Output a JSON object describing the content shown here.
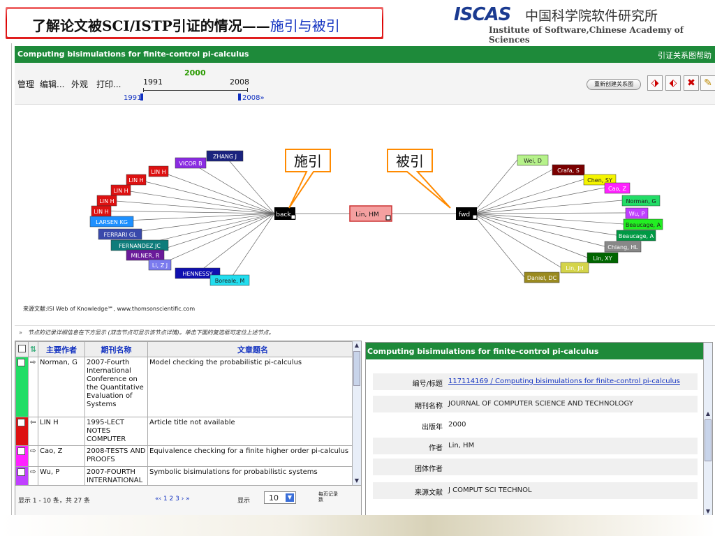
{
  "slide": {
    "title_main": "了解论文被SCI/ISTP引证的情况——",
    "title_blue": "施引与被引",
    "logo_text": "ISCAS",
    "org_cn": "中国科学院软件研究所",
    "org_en": "Institute of Software,Chinese Academy of Sciences"
  },
  "app": {
    "title": "Computing bisimulations for finite-control pi-calculus",
    "help_link": "引证关系图帮助"
  },
  "toolbar": {
    "menu": [
      "管理",
      "编辑...",
      "外观",
      "打印..."
    ],
    "rebuild_label": "重新创建关系图",
    "timeline": {
      "start": "1991",
      "end": "2008",
      "current": "2000",
      "range_start": "1991",
      "range_end": "2008»"
    }
  },
  "graph": {
    "center_label": "Lin, HM",
    "back_label": "back",
    "fwd_label": "fwd",
    "callout_citing": "施引",
    "callout_cited": "被引",
    "source_note": "来源文献:ISI Web of Knowledge℠,  www.thomsonscientific.com",
    "citing": [
      {
        "label": "ZHANG J",
        "color": "#1a237e",
        "fg": "#fff"
      },
      {
        "label": "VICOR B",
        "color": "#8a2be2",
        "fg": "#fff"
      },
      {
        "label": "LIN H",
        "color": "#dd1111",
        "fg": "#fff"
      },
      {
        "label": "LIN H",
        "color": "#dd1111",
        "fg": "#fff"
      },
      {
        "label": "LIN H",
        "color": "#dd1111",
        "fg": "#fff"
      },
      {
        "label": "LIN H",
        "color": "#dd1111",
        "fg": "#fff"
      },
      {
        "label": "LIN H",
        "color": "#dd1111",
        "fg": "#fff"
      },
      {
        "label": "LARSEN KG",
        "color": "#1e90ff",
        "fg": "#fff"
      },
      {
        "label": "FERRARI GL",
        "color": "#3949ab",
        "fg": "#fff"
      },
      {
        "label": "FERNANDEZ JC",
        "color": "#0e7c7b",
        "fg": "#fff"
      },
      {
        "label": "MILNER, R",
        "color": "#6a1b9a",
        "fg": "#fff"
      },
      {
        "label": "Li, Z J",
        "color": "#7b7bef",
        "fg": "#fff"
      },
      {
        "label": "HENNESSY",
        "color": "#1010b0",
        "fg": "#fff"
      },
      {
        "label": "Boreale, M",
        "color": "#22ddee",
        "fg": "#222"
      }
    ],
    "cited": [
      {
        "label": "Wei, D",
        "color": "#b6f28a",
        "fg": "#222"
      },
      {
        "label": "Crafa, S",
        "color": "#7a0000",
        "fg": "#fff"
      },
      {
        "label": "Chen, SY",
        "color": "#f4f400",
        "fg": "#222"
      },
      {
        "label": "Cao, Z",
        "color": "#ff22ff",
        "fg": "#fff"
      },
      {
        "label": "Norman, G",
        "color": "#22dd66",
        "fg": "#222"
      },
      {
        "label": "Wu, P",
        "color": "#c040ff",
        "fg": "#fff"
      },
      {
        "label": "Beaucage, A",
        "color": "#22ee22",
        "fg": "#222"
      },
      {
        "label": "Beaucage, A",
        "color": "#009944",
        "fg": "#fff"
      },
      {
        "label": "Chiang, HL",
        "color": "#888888",
        "fg": "#fff"
      },
      {
        "label": "Lin, XY",
        "color": "#006600",
        "fg": "#fff"
      },
      {
        "label": "Lin, JH",
        "color": "#d4d44a",
        "fg": "#fff"
      },
      {
        "label": "Daniel, DC",
        "color": "#9a8a20",
        "fg": "#fff"
      }
    ]
  },
  "hint": {
    "text": "节点的记录详细信息在下方显示 (双击节点可显示该节点详情)。单击下面的复选框可定位上述节点。"
  },
  "results": {
    "headers": [
      "主要作者",
      "期刊名称",
      "文章题名"
    ],
    "rows": [
      {
        "color": "#22dd66",
        "arrow": "⇨",
        "author": "Norman, G",
        "journal": "2007-Fourth International Conference on the Quantitative Evaluation of Systems",
        "title": "Model checking the probabilistic pi-calculus"
      },
      {
        "color": "#dd1111",
        "arrow": "⇦",
        "author": "LIN H",
        "journal": "1995-LECT NOTES COMPUTER",
        "title": "Article title not available"
      },
      {
        "color": "#ff22ff",
        "arrow": "⇨",
        "author": "Cao, Z",
        "journal": "2008-TESTS AND PROOFS",
        "title": "Equivalence checking for a finite higher order pi-calculus"
      },
      {
        "color": "#c040ff",
        "arrow": "⇨",
        "author": "Wu, P",
        "journal": "2007-FOURTH INTERNATIONAL",
        "title": "Symbolic bisimulations for probabilistic systems"
      }
    ],
    "pager_text": "显示 1 - 10 条，共 27 条",
    "pages": "«‹ 1 2 3 › »",
    "show_label": "显示",
    "per_page": "10",
    "per_page_suffix": "每页记录数"
  },
  "details": {
    "title": "Computing bisimulations for finite-control pi-calculus",
    "fields": [
      {
        "key": "编号/标题",
        "value": "117114169 / Computing bisimulations for finite-control pi-calculus",
        "link": true
      },
      {
        "key": "期刊名称",
        "value": "JOURNAL OF COMPUTER SCIENCE AND TECHNOLOGY",
        "link": false
      },
      {
        "key": "出版年",
        "value": "2000",
        "link": false
      },
      {
        "key": "作者",
        "value": "Lin, HM",
        "link": false
      },
      {
        "key": "团体作者",
        "value": "",
        "link": false
      },
      {
        "key": "来源文献",
        "value": "J COMPUT SCI TECHNOL",
        "link": false
      }
    ]
  }
}
